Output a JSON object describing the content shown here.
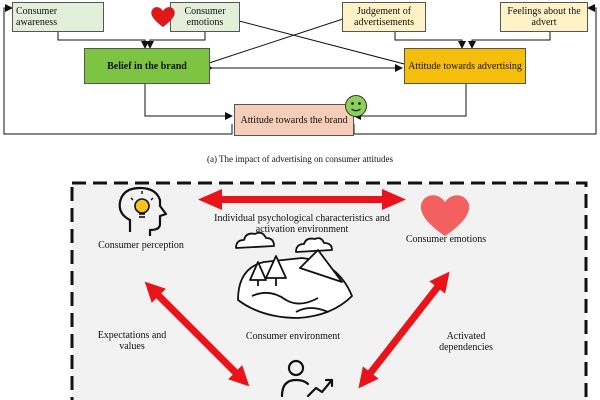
{
  "top": {
    "boxes": {
      "awareness": "Consumer awareness",
      "emotions": "Consumer emotions",
      "judgement": "Judgement of advertisements",
      "feelings": "Feelings about the advert",
      "belief": "Belief in the brand",
      "attitude_ad": "Attitude towards advertising",
      "attitude_brand": "Attitude towards the brand"
    },
    "caption": "(a) The impact of advertising on consumer attitudes",
    "colors": {
      "light_green": "#e2efd9",
      "green": "#7cc442",
      "light_yellow": "#fff2c6",
      "yellow": "#f5be0a",
      "peach": "#f6cdb6"
    }
  },
  "bottom": {
    "title": "Individual psychological characteristics and activation environment",
    "perception": "Consumer perception",
    "emotions": "Consumer emotions",
    "environment": "Consumer environment",
    "expectations": "Expectations and values",
    "dependencies": "Activated dependencies",
    "colors": {
      "arrow": "#e8141a",
      "heart": "#f26060",
      "panel": "#f2f2f2"
    }
  }
}
